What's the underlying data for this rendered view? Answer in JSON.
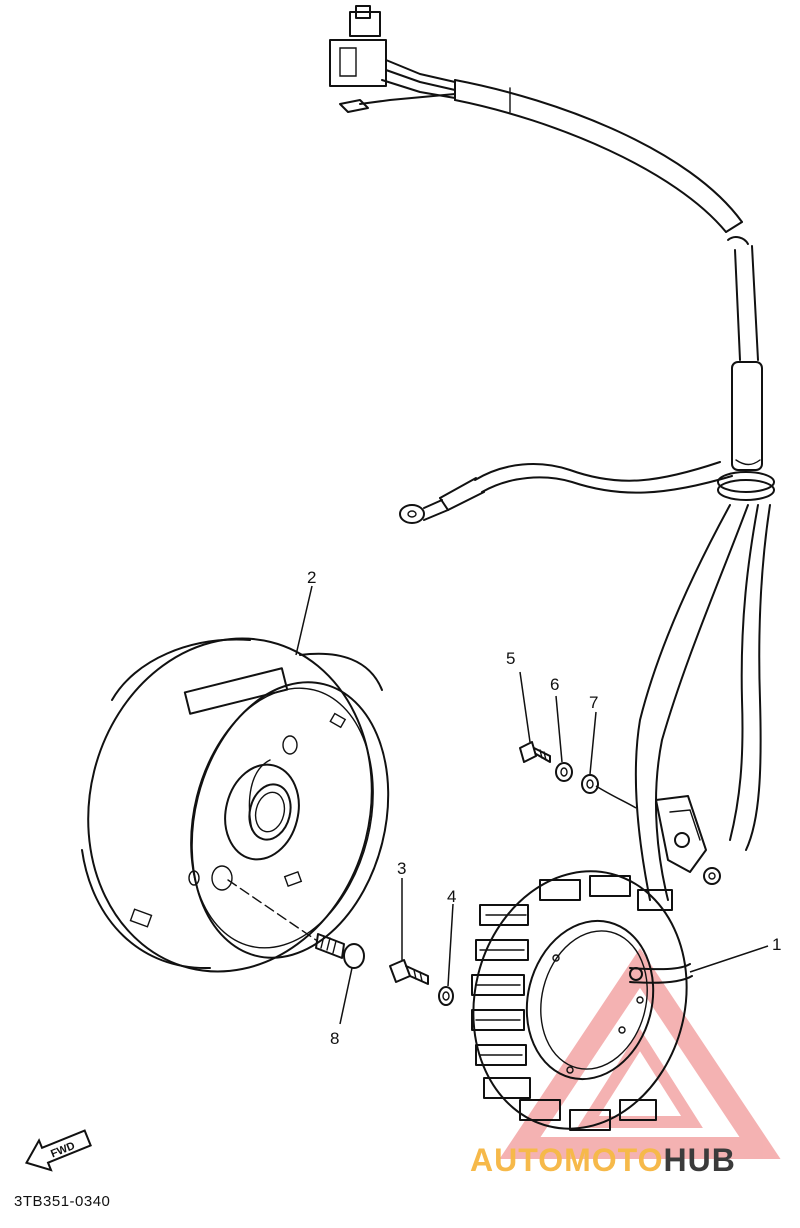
{
  "diagram": {
    "callouts": [
      {
        "id": "1",
        "label": "1"
      },
      {
        "id": "2",
        "label": "2"
      },
      {
        "id": "3",
        "label": "3"
      },
      {
        "id": "4",
        "label": "4"
      },
      {
        "id": "5",
        "label": "5"
      },
      {
        "id": "6",
        "label": "6"
      },
      {
        "id": "7",
        "label": "7"
      },
      {
        "id": "8",
        "label": "8"
      }
    ],
    "arrow_label": "FWD",
    "part_code": "3TB351-0340"
  },
  "watermark": {
    "brand_part1": "AUTOMOTO",
    "brand_part2": "HUB",
    "color_primary": "#f3a5a5",
    "color_accent": "#f6b94a",
    "color_dark": "#3b3b3b"
  }
}
